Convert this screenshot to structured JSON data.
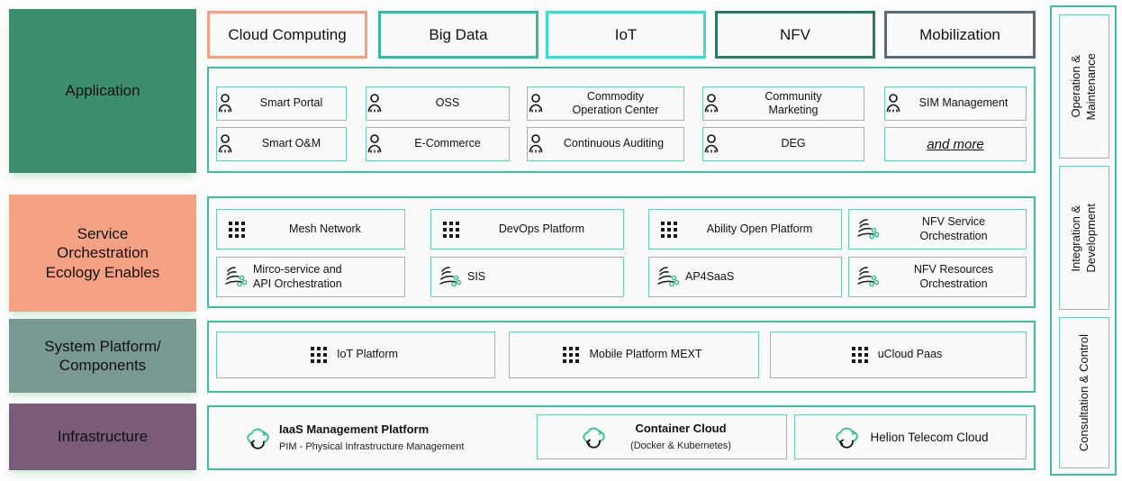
{
  "colors": {
    "teal_border": "#3cc0a0",
    "tile_border": "#6ecdb5",
    "application_fill": "#3d8e6e",
    "service_fill": "#f5a183",
    "system_fill": "#789891",
    "infrastructure_fill": "#7a5b7a",
    "tag_cloud_computing": "#f2a184",
    "tag_big_data": "#3cb99c",
    "tag_iot": "#3fd9d2",
    "tag_nfv": "#2c7a63",
    "tag_mobilization": "#5a6878",
    "icon_green": "#2fbf90",
    "panel_bg": "#fafafa"
  },
  "top_tags": [
    {
      "label": "Cloud Computing",
      "border_color": "#f2a184"
    },
    {
      "label": "Big Data",
      "border_color": "#3cb99c"
    },
    {
      "label": "IoT",
      "border_color": "#3fd9d2"
    },
    {
      "label": "NFV",
      "border_color": "#2c7a63"
    },
    {
      "label": "Mobilization",
      "border_color": "#5a6878"
    }
  ],
  "layers": [
    {
      "key": "application",
      "label": "Application",
      "fill": "#3d8e6e"
    },
    {
      "key": "service",
      "label": "Service\nOrchestration\nEcology Enables",
      "fill": "#f5a183"
    },
    {
      "key": "system",
      "label": "System Platform/\nComponents",
      "fill": "#789891"
    },
    {
      "key": "infrastructure",
      "label": "Infrastructure",
      "fill": "#7a5b7a"
    }
  ],
  "application_tiles": [
    {
      "label": "Smart Portal",
      "icon": "person-icon"
    },
    {
      "label": "OSS",
      "icon": "person-icon"
    },
    {
      "label": "Commodity\nOperation Center",
      "icon": "person-icon"
    },
    {
      "label": "Community\nMarketing",
      "icon": "person-icon"
    },
    {
      "label": "SIM Management",
      "icon": "person-icon"
    },
    {
      "label": "Smart O&M",
      "icon": "person-icon"
    },
    {
      "label": "E-Commerce",
      "icon": "person-icon"
    },
    {
      "label": "Continuous Auditing",
      "icon": "person-icon"
    },
    {
      "label": "DEG",
      "icon": "person-icon"
    },
    {
      "label": "and more",
      "icon": "none"
    }
  ],
  "service_tiles": [
    {
      "label": "Mesh Network",
      "icon": "grid-dots-icon"
    },
    {
      "label": "DevOps Platform",
      "icon": "grid-dots-icon"
    },
    {
      "label": "Ability Open Platform",
      "icon": "grid-dots-icon"
    },
    {
      "label": "NFV Service\nOrchestration",
      "icon": "orchestration-icon"
    },
    {
      "label": "Mirco-service and\nAPI Orchestration",
      "icon": "orchestration-icon"
    },
    {
      "label": "SIS",
      "icon": "orchestration-icon"
    },
    {
      "label": "AP4SaaS",
      "icon": "orchestration-icon"
    },
    {
      "label": "NFV Resources\nOrchestration",
      "icon": "orchestration-icon"
    }
  ],
  "system_tiles": [
    {
      "label": "IoT Platform",
      "icon": "grid-dots-icon"
    },
    {
      "label": "Mobile Platform MEXT",
      "icon": "grid-dots-icon"
    },
    {
      "label": "uCloud Paas",
      "icon": "grid-dots-icon"
    }
  ],
  "infrastructure_tiles": [
    {
      "title": "IaaS Management Platform",
      "subtitle": "PIM - Physical Infrastructure Management",
      "icon": "cloud-icon",
      "framed": false
    },
    {
      "title": "Container Cloud",
      "subtitle": "(Docker & Kubernetes)",
      "icon": "cloud-icon",
      "framed": true
    },
    {
      "title": "Helion Telecom Cloud",
      "subtitle": "",
      "icon": "cloud-icon",
      "framed": true
    }
  ],
  "right_rail": [
    {
      "label": "Operation &\nMaintenance"
    },
    {
      "label": "Integration &\nDevelopment"
    },
    {
      "label": "Consultation & Control"
    }
  ]
}
